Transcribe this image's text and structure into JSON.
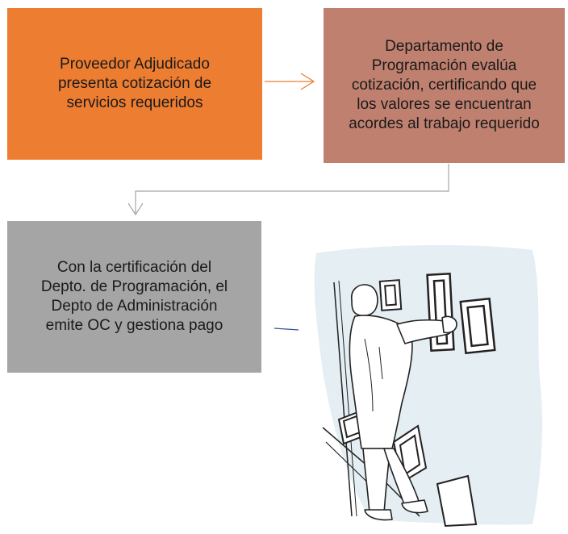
{
  "colors": {
    "step1_fill": "#ED7D31",
    "step2_fill": "#C0806F",
    "step3_fill": "#A5A5A5",
    "arrow_orange": "#ED7D31",
    "arrow_gray": "#A5A5A5",
    "connector_blue": "#2E5597",
    "background": "#FFFFFF"
  },
  "steps": [
    {
      "text": "Proveedor Adjudicado\npresenta cotización de\nservicios requeridos"
    },
    {
      "text": "Departamento de\nProgramación evalúa\ncotización, certificando que\nlos valores se encuentran\nacordes al trabajo requerido"
    },
    {
      "text": "Con la certificación del\nDepto. de Programación, el\nDepto de Administración\nemite OC y gestiona pago"
    }
  ],
  "illustration": {
    "icon": "person-hanging-picture-frames-illustration"
  }
}
